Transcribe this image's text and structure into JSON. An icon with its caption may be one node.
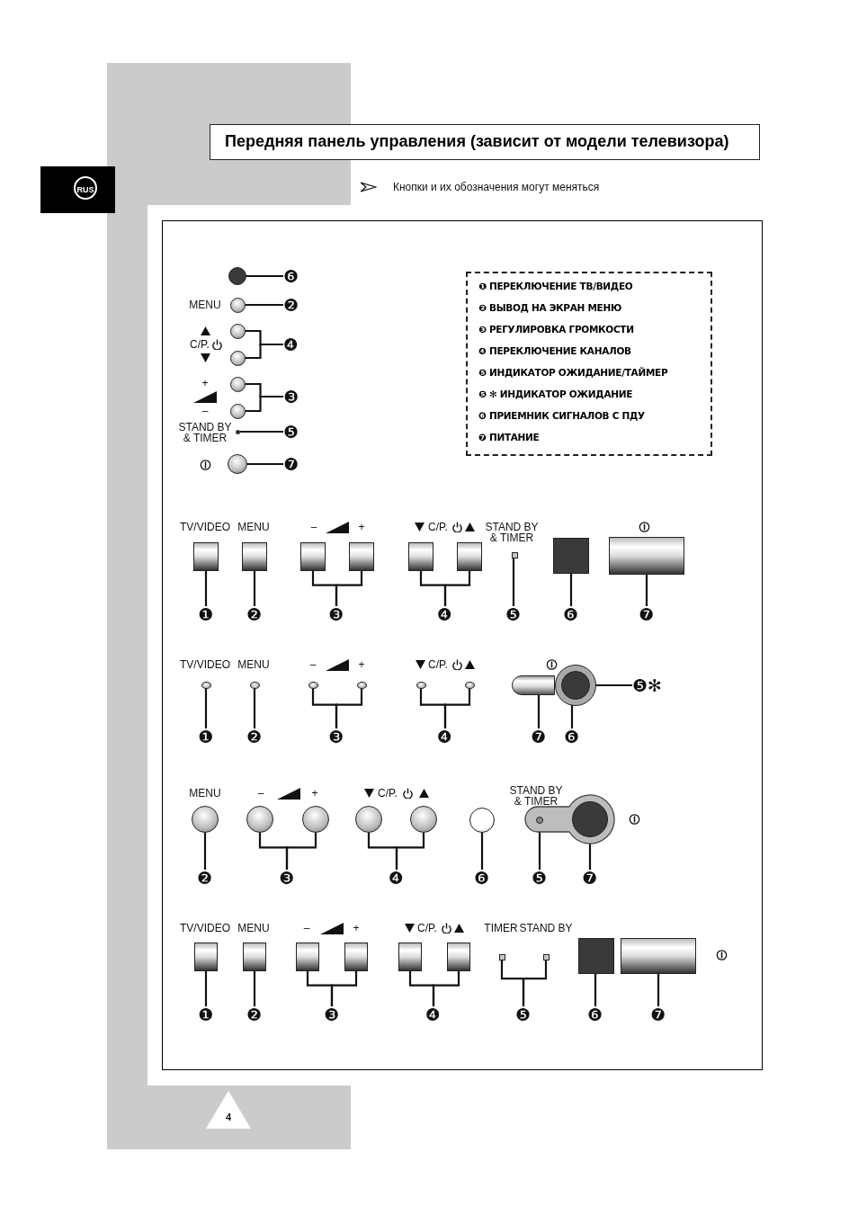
{
  "diagram": {
    "title": "Передняя панель управления (зависит от модели телевизора)",
    "nodes": [
      {
        "text": [],
        "shape": "circle"
      },
      {
        "text": [
          "❻"
        ]
      },
      {
        "text": [],
        "shape": "circle"
      },
      {
        "text": [
          "❷"
        ]
      },
      {
        "text": [],
        "shape": "circle"
      },
      {
        "text": [
          "❹"
        ]
      },
      {
        "text": [],
        "shape": "circle"
      },
      {
        "text": [],
        "shape": "circle"
      },
      {
        "text": [
          "❸"
        ]
      },
      {
        "text": [],
        "shape": "circle"
      },
      {
        "text": [],
        "shape": "circle"
      },
      {
        "text": [
          "❺"
        ]
      },
      {
        "text": [],
        "shape": "circle"
      },
      {
        "text": [
          "❼"
        ]
      },
      {
        "text": [],
        "shape": "box"
      },
      {
        "text": [],
        "shape": "box"
      },
      {
        "text": [],
        "shape": "box"
      },
      {
        "text": [],
        "shape": "box"
      },
      {
        "text": [],
        "shape": "box"
      },
      {
        "text": [],
        "shape": "box"
      },
      {
        "text": [],
        "shape": "box"
      },
      {
        "text": [],
        "shape": "box"
      },
      {
        "text": [],
        "shape": "box"
      },
      {
        "text": [
          "❶"
        ]
      },
      {
        "text": [
          "❷"
        ]
      },
      {
        "text": [
          "❸"
        ]
      },
      {
        "text": [
          "❹"
        ]
      },
      {
        "text": [
          "❺"
        ]
      },
      {
        "text": [
          "❻"
        ]
      },
      {
        "text": [
          "❼"
        ]
      },
      {
        "text": [],
        "shape": "circle"
      },
      {
        "text": [],
        "shape": "circle"
      },
      {
        "text": [],
        "shape": "circle"
      },
      {
        "text": [],
        "shape": "circle"
      },
      {
        "text": [],
        "shape": "circle"
      },
      {
        "text": [],
        "shape": "circle"
      },
      {
        "text": [],
        "shape": "box"
      },
      {
        "text": [],
        "shape": "circle"
      },
      {
        "text": [],
        "shape": "circle",
        "in": 37
      },
      {
        "text": [
          "❺✻"
        ]
      },
      {
        "text": [
          "❶"
        ]
      },
      {
        "text": [
          "❷"
        ]
      },
      {
        "text": [
          "❸"
        ]
      },
      {
        "text": [
          "❹"
        ]
      },
      {
        "text": [
          "❼"
        ]
      },
      {
        "text": [
          "❻"
        ]
      },
      {
        "text": [],
        "shape": "circle"
      },
      {
        "text": [],
        "shape": "circle"
      },
      {
        "text": [],
        "shape": "circle"
      },
      {
        "text": [],
        "shape": "circle"
      },
      {
        "text": [],
        "shape": "circle"
      },
      {
        "text": [],
        "shape": "circle"
      },
      {
        "text": [],
        "shape": "circle"
      },
      {
        "text": [],
        "shape": "circle"
      },
      {
        "text": [
          "❷"
        ]
      },
      {
        "text": [
          "❸"
        ]
      },
      {
        "text": [
          "❹"
        ]
      },
      {
        "text": [
          "❻"
        ]
      },
      {
        "text": [
          "❺"
        ]
      },
      {
        "text": [
          "❼"
        ]
      },
      {
        "text": [],
        "shape": "box"
      },
      {
        "text": [],
        "shape": "box"
      },
      {
        "text": [],
        "shape": "box"
      },
      {
        "text": [],
        "shape": "box"
      },
      {
        "text": [],
        "shape": "box"
      },
      {
        "text": [],
        "shape": "box"
      },
      {
        "text": [],
        "shape": "box"
      },
      {
        "text": [],
        "shape": "box"
      },
      {
        "text": [],
        "shape": "box"
      },
      {
        "text": [],
        "shape": "box"
      },
      {
        "text": [
          "❶"
        ]
      },
      {
        "text": [
          "❷"
        ]
      },
      {
        "text": [
          "❸"
        ]
      },
      {
        "text": [
          "❹"
        ]
      },
      {
        "text": [
          "❺"
        ]
      },
      {
        "text": [
          "❻"
        ]
      },
      {
        "text": [
          "❼"
        ]
      }
    ],
    "edges": [
      {
        "from": 1,
        "to": 0,
        "arrow": "none"
      },
      {
        "from": 3,
        "to": 2,
        "arrow": "none"
      },
      {
        "from": 5,
        "to": 4,
        "arrow": "none"
      },
      {
        "from": 5,
        "to": 6,
        "arrow": "none"
      },
      {
        "from": 8,
        "to": 7,
        "arrow": "none"
      },
      {
        "from": 8,
        "to": 9,
        "arrow": "none"
      },
      {
        "from": 11,
        "to": 10,
        "arrow": "none"
      },
      {
        "from": 13,
        "to": 12,
        "arrow": "none"
      },
      {
        "from": 23,
        "to": 14,
        "arrow": "none"
      },
      {
        "from": 24,
        "to": 15,
        "arrow": "none"
      },
      {
        "from": 25,
        "to": 16,
        "arrow": "none"
      },
      {
        "from": 25,
        "to": 17,
        "arrow": "none"
      },
      {
        "from": 26,
        "to": 18,
        "arrow": "none"
      },
      {
        "from": 26,
        "to": 19,
        "arrow": "none"
      },
      {
        "from": 27,
        "to": 20,
        "arrow": "none"
      },
      {
        "from": 28,
        "to": 21,
        "arrow": "none"
      },
      {
        "from": 29,
        "to": 22,
        "arrow": "none"
      },
      {
        "from": 39,
        "to": 37,
        "arrow": "none"
      },
      {
        "from": 40,
        "to": 30,
        "arrow": "none"
      },
      {
        "from": 41,
        "to": 31,
        "arrow": "none"
      },
      {
        "from": 42,
        "to": 32,
        "arrow": "none"
      },
      {
        "from": 42,
        "to": 33,
        "arrow": "none"
      },
      {
        "from": 43,
        "to": 34,
        "arrow": "none"
      },
      {
        "from": 43,
        "to": 35,
        "arrow": "none"
      },
      {
        "from": 44,
        "to": 36,
        "arrow": "none"
      },
      {
        "from": 45,
        "to": 38,
        "arrow": "none"
      },
      {
        "from": 54,
        "to": 46,
        "arrow": "none"
      },
      {
        "from": 55,
        "to": 47,
        "arrow": "none"
      },
      {
        "from": 55,
        "to": 48,
        "arrow": "none"
      },
      {
        "from": 56,
        "to": 49,
        "arrow": "none"
      },
      {
        "from": 56,
        "to": 50,
        "arrow": "none"
      },
      {
        "from": 57,
        "to": 51,
        "arrow": "none"
      },
      {
        "from": 58,
        "to": 52,
        "arrow": "none"
      },
      {
        "from": 59,
        "to": 53,
        "arrow": "none"
      },
      {
        "from": 70,
        "to": 60,
        "arrow": "none"
      },
      {
        "from": 71,
        "to": 61,
        "arrow": "none"
      },
      {
        "from": 72,
        "to": 62,
        "arrow": "none"
      },
      {
        "from": 72,
        "to": 63,
        "arrow": "none"
      },
      {
        "from": 73,
        "to": 64,
        "arrow": "none"
      },
      {
        "from": 73,
        "to": 65,
        "arrow": "none"
      },
      {
        "from": 74,
        "to": 66,
        "arrow": "none"
      },
      {
        "from": 74,
        "to": 67,
        "arrow": "none"
      },
      {
        "from": 75,
        "to": 68,
        "arrow": "none"
      },
      {
        "from": 76,
        "to": 69,
        "arrow": "none"
      }
    ],
    "labels": [
      "RUS",
      "Кнопки и их обозначения могут меняться",
      "MENU",
      "C/P.",
      "+",
      "–",
      "STAND BY & TIMER",
      "TV/VIDEO",
      "MENU",
      "–",
      "+",
      "C/P.",
      "STAND BY & TIMER",
      "TV/VIDEO",
      "MENU",
      "–",
      "+",
      "C/P.",
      "MENU",
      "–",
      "+",
      "C/P.",
      "STAND BY & TIMER",
      "TV/VIDEO",
      "MENU",
      "–",
      "+",
      "C/P.",
      "TIMER",
      "STAND BY",
      "4"
    ],
    "legend": [
      {
        "text": "❶ ПЕРЕКЛЮЧЕНИЕ ТВ/ВИДЕО"
      },
      {
        "text": "❷ ВЫВОД НА ЭКРАН МЕНЮ"
      },
      {
        "text": "❸ РЕГУЛИРОВКА ГРОМКОСТИ"
      },
      {
        "text": "❹ ПЕРЕКЛЮЧЕНИЕ КАНАЛОВ"
      },
      {
        "text": "❺ ИНДИКАТОР ОЖИДАНИЕ/ТАЙМЕР"
      },
      {
        "text": "❺ ✻ ИНДИКАТОР ОЖИДАНИЕ"
      },
      {
        "text": "❻ ПРИЕМНИК СИГНАЛОВ С ПДУ"
      },
      {
        "text": "❼ ПИТАНИЕ"
      }
    ]
  }
}
